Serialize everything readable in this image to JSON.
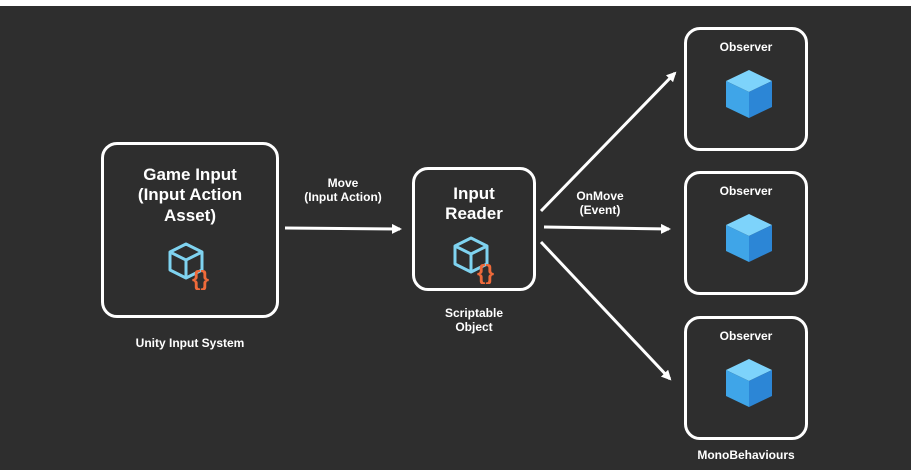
{
  "nodes": {
    "game_input": {
      "title_lines": [
        "Game Input",
        "(Input Action",
        "Asset)"
      ],
      "caption": "Unity Input System",
      "icon": "scriptable-object-icon"
    },
    "input_reader": {
      "title_lines": [
        "Input",
        "Reader"
      ],
      "caption_lines": [
        "Scriptable",
        "Object"
      ],
      "icon": "scriptable-object-icon"
    },
    "observers": [
      {
        "title": "Observer",
        "icon": "cube-icon"
      },
      {
        "title": "Observer",
        "icon": "cube-icon"
      },
      {
        "title": "Observer",
        "icon": "cube-icon"
      }
    ],
    "observers_caption": "MonoBehaviours"
  },
  "edges": {
    "move_label_lines": [
      "Move",
      "(Input Action)"
    ],
    "onmove_label_lines": [
      "OnMove",
      "(Event)"
    ]
  },
  "colors": {
    "background": "#2e2e2e",
    "stroke": "#ffffff",
    "icon_cyan": "#7fd3f0",
    "icon_orange": "#ef6a3a",
    "cube_top": "#7dd3fb",
    "cube_left": "#3fa5e8",
    "cube_right": "#2c86d6"
  }
}
